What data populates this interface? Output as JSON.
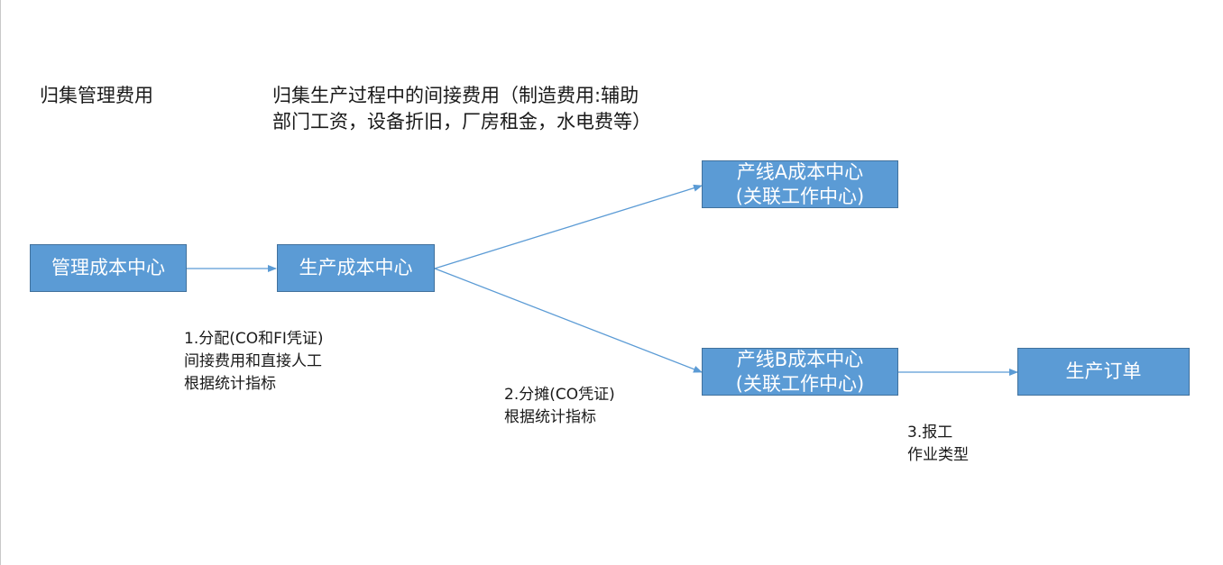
{
  "notes": {
    "mgmt_collect": "归集管理费用",
    "prod_collect_line1": "归集生产过程中的间接费用（制造费用:辅助",
    "prod_collect_line2": "部门工资，设备折旧，厂房租金，水电费等）"
  },
  "nodes": {
    "mgmt_cc": "管理成本中心",
    "prod_cc": "生产成本中心",
    "line_a_1": "产线A成本中心",
    "line_a_2": "(关联工作中心)",
    "line_b_1": "产线B成本中心",
    "line_b_2": "(关联工作中心)",
    "prod_order": "生产订单"
  },
  "steps": {
    "s1_line1": "1.分配(CO和FI凭证)",
    "s1_line2": "间接费用和直接人工",
    "s1_line3": "根据统计指标",
    "s2_line1": "2.分摊(CO凭证)",
    "s2_line2": "根据统计指标",
    "s3_line1": "3.报工",
    "s3_line2": "作业类型"
  },
  "colors": {
    "box_fill": "#5b9bd5",
    "box_border": "#41719c",
    "arrow": "#5b9bd5"
  }
}
